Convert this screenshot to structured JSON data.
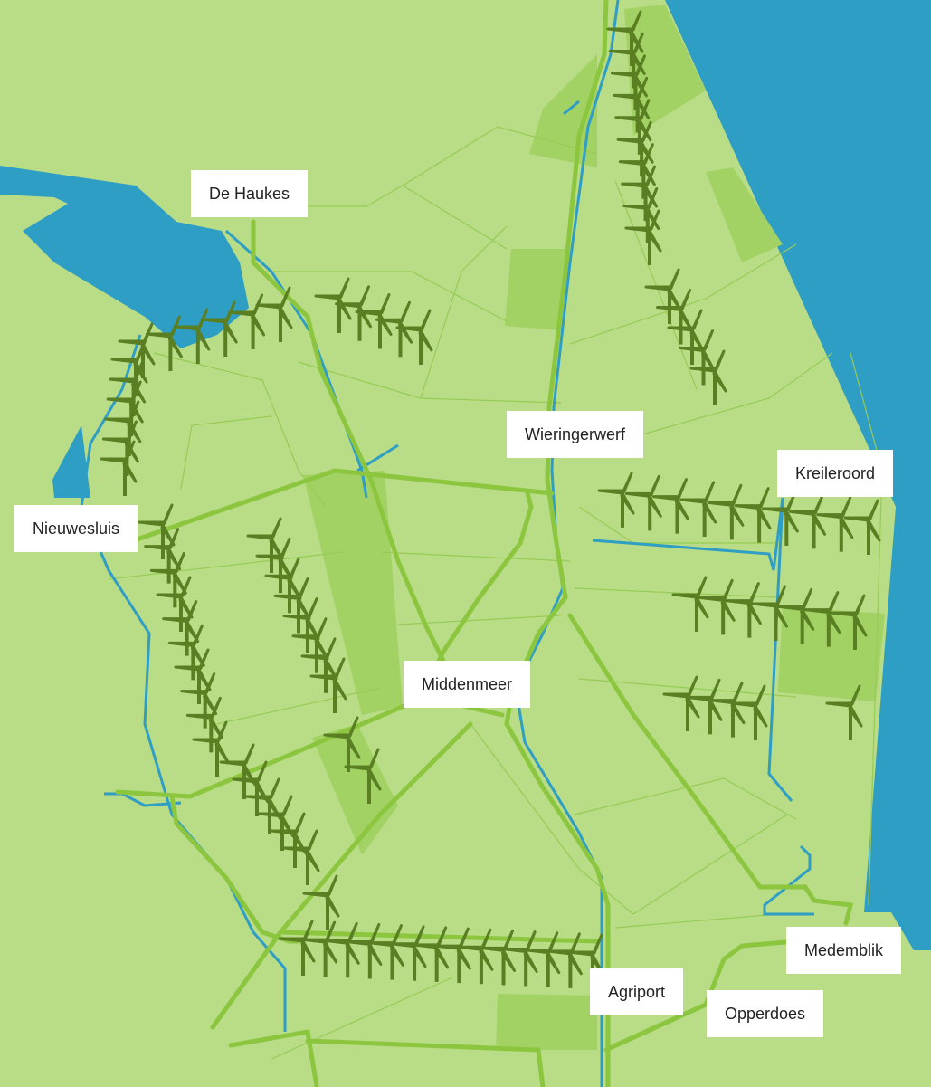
{
  "map": {
    "colors": {
      "land": "#b9dc86",
      "field": "#a3d264",
      "water": "#2f9ec4",
      "road": "#8cc63f",
      "turbine": "#5a7f23",
      "line": "#96cc55"
    },
    "places": {
      "de_haukes": "De Haukes",
      "wieringerwerf": "Wieringerwerf",
      "kreileroord": "Kreileroord",
      "nieuwesluis": "Nieuwesluis",
      "middenmeer": "Middenmeer",
      "medemblik": "Medemblik",
      "agriport": "Agriport",
      "opperdoes": "Opperdoes"
    }
  }
}
